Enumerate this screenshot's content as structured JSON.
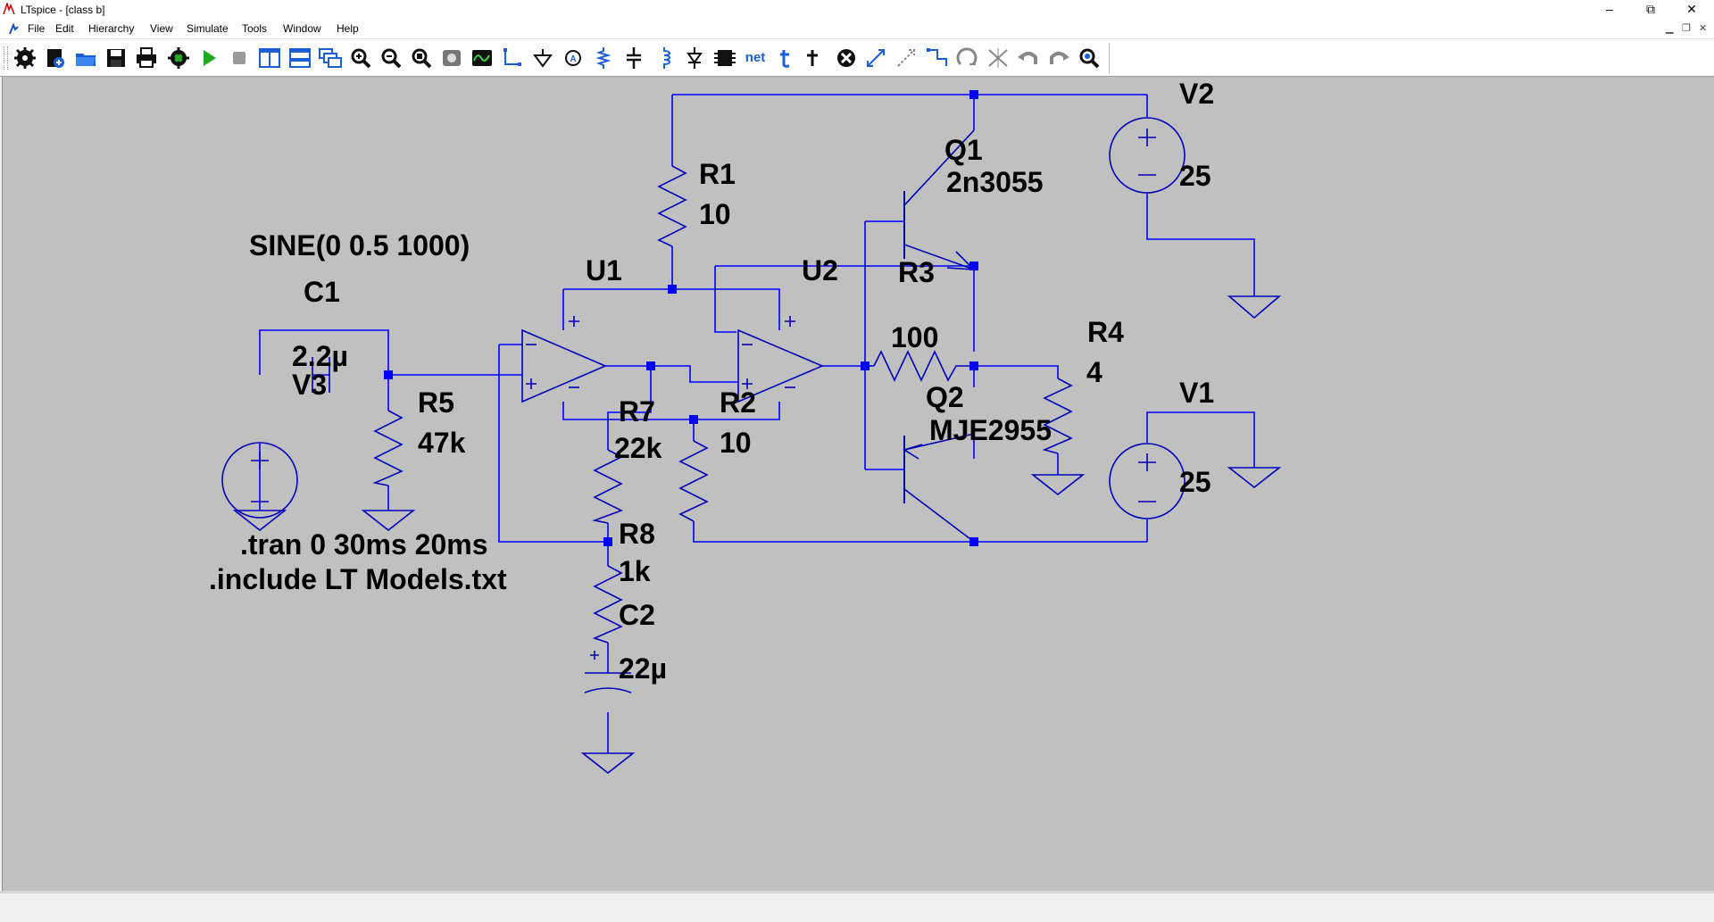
{
  "window": {
    "title": "LTspice - [class b]",
    "minimize": "–",
    "maximize": "⧉",
    "close": "✕"
  },
  "menu": {
    "items": [
      "File",
      "Edit",
      "Hierarchy",
      "View",
      "Simulate",
      "Tools",
      "Window",
      "Help"
    ]
  },
  "toolbar": {
    "icons": [
      "control-panel-icon",
      "new-schematic-icon",
      "open-icon",
      "save-icon",
      "print-icon",
      "halt-icon",
      "run-icon",
      "stop-icon",
      "tile-vertical-icon",
      "tile-horizontal-icon",
      "cascade-icon",
      "zoom-in-icon",
      "zoom-out-icon",
      "zoom-fit-icon",
      "zoom-back-icon",
      "autorange-icon",
      "draw-wire-icon",
      "ground-icon",
      "label-net-icon",
      "resistor-icon",
      "capacitor-icon",
      "inductor-icon",
      "diode-icon",
      "component-icon",
      "spice-directive-icon",
      "text-icon",
      "delete-icon",
      "move-icon",
      "drag-icon",
      "rotate-icon",
      "mirror-icon",
      "draw-line-icon",
      "undo-icon",
      "redo-icon",
      "find-icon"
    ],
    "net_label": "net"
  },
  "schematic": {
    "labels": {
      "v2_name": "V2",
      "v2_value": "25",
      "v1_name": "V1",
      "v1_value": "25",
      "v3_name": "V3",
      "q1_name": "Q1",
      "q1_model": "2n3055",
      "q2_name": "Q2",
      "q2_model": "MJE2955",
      "r1_name": "R1",
      "r1_value": "10",
      "r2_name": "R2",
      "r2_value": "10",
      "r3_name": "R3",
      "r3_value": "100",
      "r4_name": "R4",
      "r4_value": "4",
      "r5_name": "R5",
      "r5_value": "47k",
      "r7_name": "R7",
      "r7_value": "22k",
      "r8_name": "R8",
      "r8_value": "1k",
      "c1_name": "C1",
      "c1_value": "2.2µ",
      "c2_name": "C2",
      "c2_value": "22µ",
      "u1_name": "U1",
      "u2_name": "U2",
      "sine": "SINE(0 0.5 1000)",
      "tran": ".tran 0 30ms 20ms",
      "include": ".include LT Models.txt"
    }
  },
  "colors": {
    "wire": "#0000ff",
    "symbol": "#0000bb",
    "junction": "#0000ff",
    "background": "#c0c0c0",
    "label": "#000000"
  }
}
